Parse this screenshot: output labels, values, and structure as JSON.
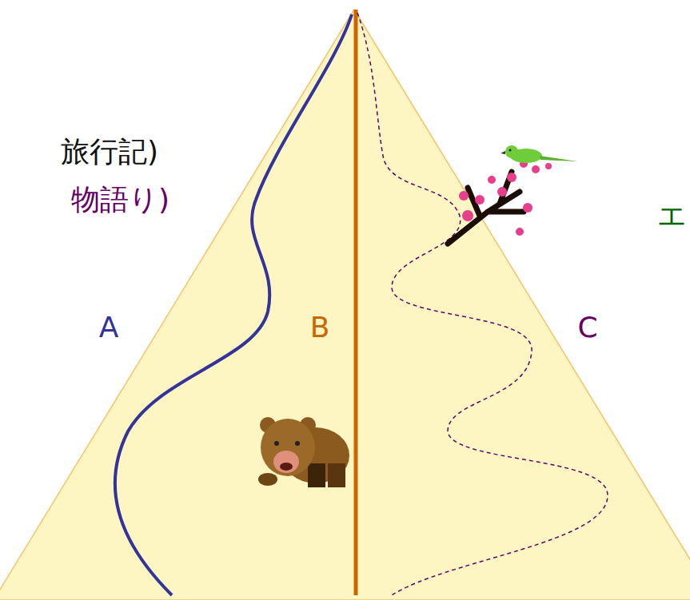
{
  "diagram": {
    "labels": [
      "旅行記)",
      "物語り)",
      "エ",
      "A",
      "B",
      "C"
    ]
  }
}
